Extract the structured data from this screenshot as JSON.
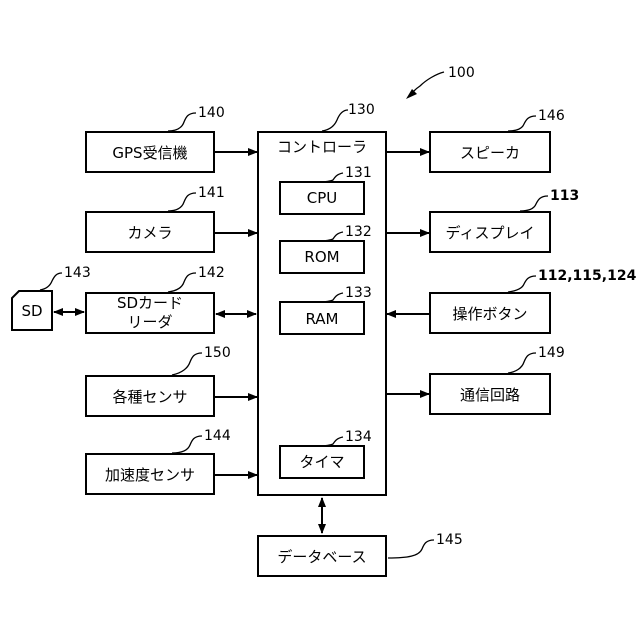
{
  "figure": {
    "ref": "100"
  },
  "controller": {
    "label": "コントローラ",
    "ref": "130"
  },
  "cpu": {
    "label": "CPU",
    "ref": "131"
  },
  "rom": {
    "label": "ROM",
    "ref": "132"
  },
  "ram": {
    "label": "RAM",
    "ref": "133"
  },
  "timer": {
    "label": "タイマ",
    "ref": "134"
  },
  "gps": {
    "label": "GPS受信機",
    "ref": "140"
  },
  "camera": {
    "label": "カメラ",
    "ref": "141"
  },
  "sd_reader": {
    "label_line1": "SDカード",
    "label_line2": "リーダ",
    "ref": "142"
  },
  "sd_card": {
    "label": "SD",
    "ref": "143"
  },
  "accel": {
    "label": "加速度センサ",
    "ref": "144"
  },
  "database": {
    "label": "データベース",
    "ref": "145"
  },
  "speaker": {
    "label": "スピーカ",
    "ref": "146"
  },
  "sensors": {
    "label": "各種センサ",
    "ref": "150"
  },
  "display": {
    "label": "ディスプレイ",
    "ref": "113"
  },
  "buttons": {
    "label": "操作ボタン",
    "ref": "112,115,124"
  },
  "comm": {
    "label": "通信回路",
    "ref": "149"
  }
}
